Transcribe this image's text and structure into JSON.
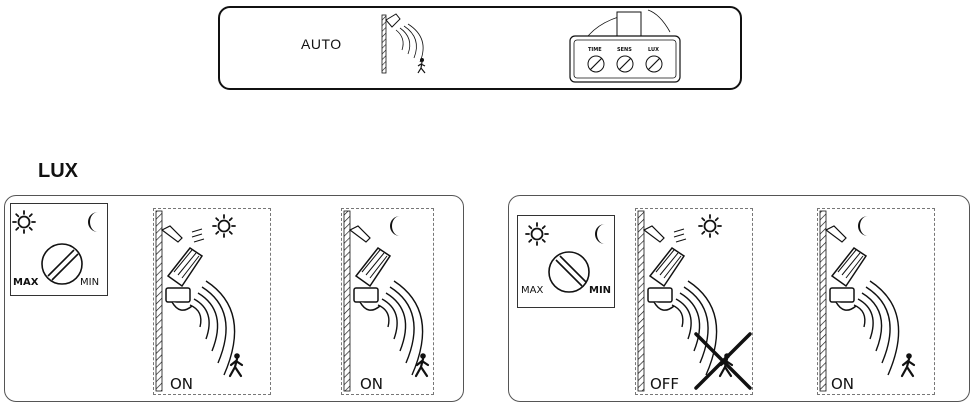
{
  "top_panel": {
    "mode_label": "AUTO",
    "knob_labels": [
      "TIME",
      "SENS",
      "LUX"
    ]
  },
  "section_title": "LUX",
  "left_panel": {
    "dial": {
      "left_label": "MAX",
      "right_label": "MIN",
      "bold": "left"
    },
    "scenes": [
      {
        "state": "ON",
        "condition": "day"
      },
      {
        "state": "ON",
        "condition": "night"
      }
    ]
  },
  "right_panel": {
    "dial": {
      "left_label": "MAX",
      "right_label": "MIN",
      "bold": "right"
    },
    "scenes": [
      {
        "state": "OFF",
        "condition": "day",
        "crossed": true
      },
      {
        "state": "ON",
        "condition": "night"
      }
    ]
  },
  "icons": [
    "sun-icon",
    "moon-icon",
    "person-walking-icon",
    "motion-waves-icon",
    "floodlight-sensor-icon",
    "lux-dial-icon"
  ]
}
